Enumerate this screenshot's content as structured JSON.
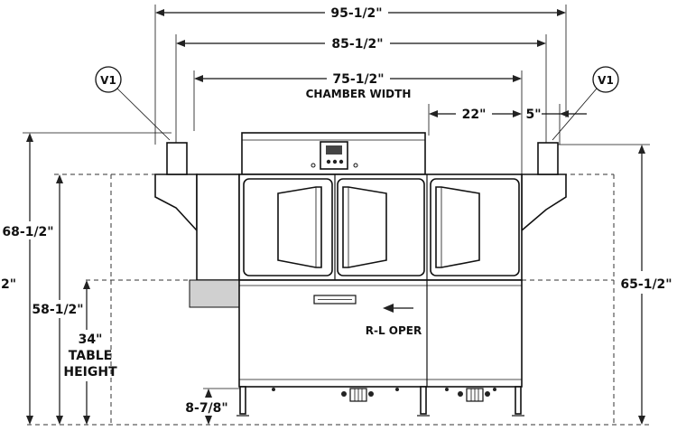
{
  "dimensions": {
    "overall_width": "95-1/2\"",
    "middle_width": "85-1/2\"",
    "chamber_width": "75-1/2\"",
    "chamber_caption": "CHAMBER WIDTH",
    "load_section": "22\"",
    "offset": "5\"",
    "left_height": "68-1/2\"",
    "left_partial": "2\"",
    "inner_height": "58-1/2\"",
    "table_height_value": "34\"",
    "table_height_caption_1": "TABLE",
    "table_height_caption_2": "HEIGHT",
    "leg_height": "8-7/8\"",
    "right_height": "65-1/2\""
  },
  "callouts": {
    "vent_left": "V1",
    "vent_right": "V1"
  },
  "direction": {
    "label": "R-L OPER"
  }
}
